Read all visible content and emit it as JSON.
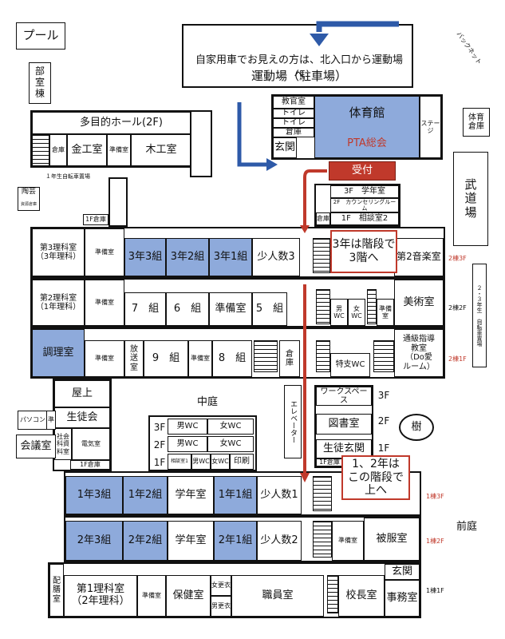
{
  "pool": "プール",
  "bukan": "部\n室\n棟",
  "parking_note_line1": "自家用車でお見えの方は、北入口から運動場へ",
  "parking_note_line2": "運動場（駐車場）",
  "backnet": "バックネット",
  "taiiku_souko": "体育\n倉庫",
  "budojo": "武\n道\n場",
  "tougei": "陶芸",
  "shiryou": "資源倉庫",
  "bicycle1": "１年生自転車置場",
  "bicycle23": "２・３年生　自転車置場",
  "west_building": {
    "hall": "多目的ホール(2F)",
    "souko": "倉庫",
    "kinko": "金工室",
    "junbi1": "準備室",
    "mokko": "木工室",
    "souko1f": "1F倉庫"
  },
  "gym": {
    "kyokan": "教官室",
    "toilet1": "トイレ",
    "toilet2": "トイレ",
    "souko": "倉庫",
    "genkan": "玄関",
    "name": "体育館",
    "event": "PTA総会",
    "stage": "ステージ",
    "reception": "受付"
  },
  "mid_block": {
    "r3f": "3F　学年室",
    "r2f": "2F　カウンセリングルーム",
    "souko": "倉庫",
    "r1f": "1F　相談室2"
  },
  "row3": {
    "rika": "第3理科室\n（3年理科）",
    "junbi": "準備室",
    "c3": "3年3組",
    "c2": "3年2組",
    "c1": "3年1組",
    "shoninzu": "少人数3",
    "ongaku": "第2音楽室",
    "floor": "2棟3F"
  },
  "note3": "3年は階段で\n3階へ",
  "row2": {
    "rika": "第2理科室\n（1年理科）",
    "junbi": "準備室",
    "c7": "7　組",
    "c6": "6　組",
    "junbi2": "準備室",
    "c5": "5　組",
    "wc_m": "男WC",
    "wc_f": "女WC",
    "junbi3": "準備室",
    "bijutsu": "美術室",
    "floor": "2棟2F"
  },
  "row1": {
    "chouri": "調理室",
    "junbi": "準備室",
    "housou": "放\n送\n室",
    "c9": "9　組",
    "junbi2": "準備室",
    "c8": "8　組",
    "souko": "倉\n庫",
    "tokushi": "特支WC",
    "tsukyu": "通級指導\n教室\n（Do愛\nルーム）",
    "floor": "2棟1F"
  },
  "courtyard": {
    "name": "中庭",
    "f3": "3F",
    "f2": "2F",
    "f1": "1F",
    "m_wc": "男WC",
    "f_wc": "女WC",
    "m_wc2": "男WC",
    "f_wc2": "女WC",
    "soudan1": "相談室1",
    "m_wc3": "男WC",
    "f_wc3": "女WC",
    "insatsu": "印刷",
    "elevator": "エレベーター"
  },
  "left_block": {
    "okujou": "屋上",
    "pasokon": "パソコン",
    "jun": "準",
    "seitokai": "生徒会",
    "kaigi": "会議室",
    "shakai": "社会\n科資\n料室",
    "denki": "電気室",
    "souko1f": "1F倉庫"
  },
  "library_block": {
    "workspace": "ワークスペース",
    "f3": "3F",
    "library": "図書室",
    "f2": "2F",
    "genkan": "生徒玄関",
    "f1": "1F",
    "souko1f": "1F倉庫"
  },
  "tree": "樹",
  "note12": "1、2年は\nこの階段で\n上へ",
  "row_south3": {
    "c3": "1年3組",
    "c2": "1年2組",
    "gakunen": "学年室",
    "c1": "1年1組",
    "shoninzu": "少人数1",
    "floor": "1棟3F"
  },
  "row_south2": {
    "c3": "2年3組",
    "c2": "2年2組",
    "gakunen": "学年室",
    "c1": "2年1組",
    "shoninzu": "少人数2",
    "junbi": "準備室",
    "hifuku": "被服室",
    "floor": "1棟2F"
  },
  "row_south1": {
    "haizen": "配\n膳\n室",
    "rika": "第1理科室\n（2年理科）",
    "junbi": "準備室",
    "hoken": "保健室",
    "f_kouishitsu": "女更衣",
    "m_kouishitsu": "男更衣",
    "shokuin": "職員室",
    "kouchou": "校長室",
    "genkan": "玄関",
    "jimu": "事務室",
    "floor": "1棟1F"
  },
  "maeniwa": "前庭",
  "colors": {
    "room_blue": "#8eaadb",
    "arrow_blue": "#2e5aa8",
    "arrow_red": "#c0392b",
    "reception": "#c0392b"
  }
}
